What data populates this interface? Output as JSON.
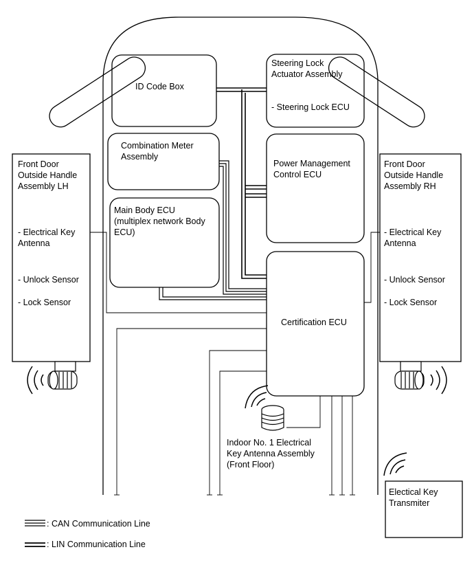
{
  "components": {
    "id_code_box": "ID Code Box",
    "steering_lock": {
      "title": "Steering Lock\nActuator Assembly",
      "sub": "- Steering Lock ECU"
    },
    "combination_meter": "Combination Meter\nAssembly",
    "power_management": "Power Management\nControl ECU",
    "main_body_ecu": "Main Body ECU\n(multiplex network Body\nECU)",
    "certification_ecu": "Certification ECU",
    "door_lh": {
      "title": "Front Door\nOutside Handle\nAssembly LH",
      "antenna": "- Electrical Key\nAntenna",
      "unlock": "- Unlock Sensor",
      "lock": "- Lock Sensor"
    },
    "door_rh": {
      "title": "Front Door\nOutside Handle\nAssembly RH",
      "antenna": "- Electrical Key\nAntenna",
      "unlock": "- Unlock Sensor",
      "lock": "- Lock Sensor"
    },
    "indoor_antenna": "Indoor No. 1 Electrical\nKey Antenna Assembly\n(Front Floor)",
    "transmitter": "Electical Key\nTransmiter"
  },
  "legend": {
    "can": ": CAN Communication Line",
    "lin": ": LIN Communication Line"
  }
}
